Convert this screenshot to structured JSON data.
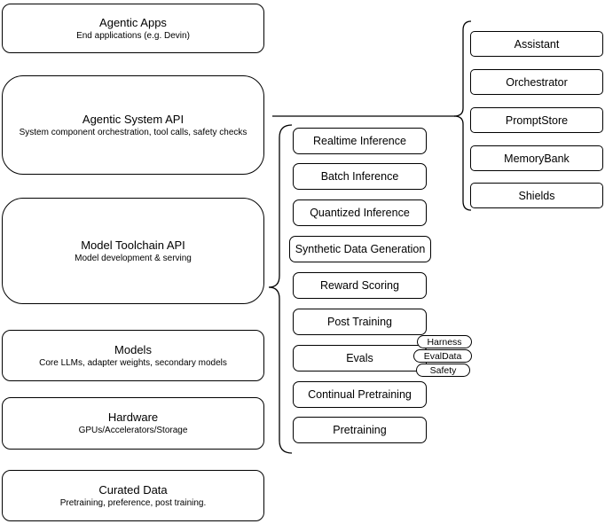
{
  "diagram": {
    "left_column": [
      {
        "title": "Agentic Apps",
        "subtitle": "End applications (e.g. Devin)"
      },
      {
        "title": "Agentic System API",
        "subtitle": "System component orchestration, tool calls, safety checks"
      },
      {
        "title": "Model Toolchain API",
        "subtitle": "Model development & serving"
      },
      {
        "title": "Models",
        "subtitle": "Core LLMs, adapter weights, secondary models"
      },
      {
        "title": "Hardware",
        "subtitle": "GPUs/Accelerators/Storage"
      },
      {
        "title": "Curated Data",
        "subtitle": "Pretraining, preference, post training."
      }
    ],
    "toolchain_components": [
      "Realtime Inference",
      "Batch Inference",
      "Quantized Inference",
      "Synthetic Data Generation",
      "Reward Scoring",
      "Post Training",
      "Evals",
      "Continual Pretraining",
      "Pretraining"
    ],
    "evals_tags": [
      "Harness",
      "EvalData",
      "Safety"
    ],
    "agentic_system_components": [
      "Assistant",
      "Orchestrator",
      "PromptStore",
      "MemoryBank",
      "Shields"
    ],
    "colors": {
      "stroke": "#000000",
      "fill": "#ffffff",
      "text": "#000000"
    }
  }
}
